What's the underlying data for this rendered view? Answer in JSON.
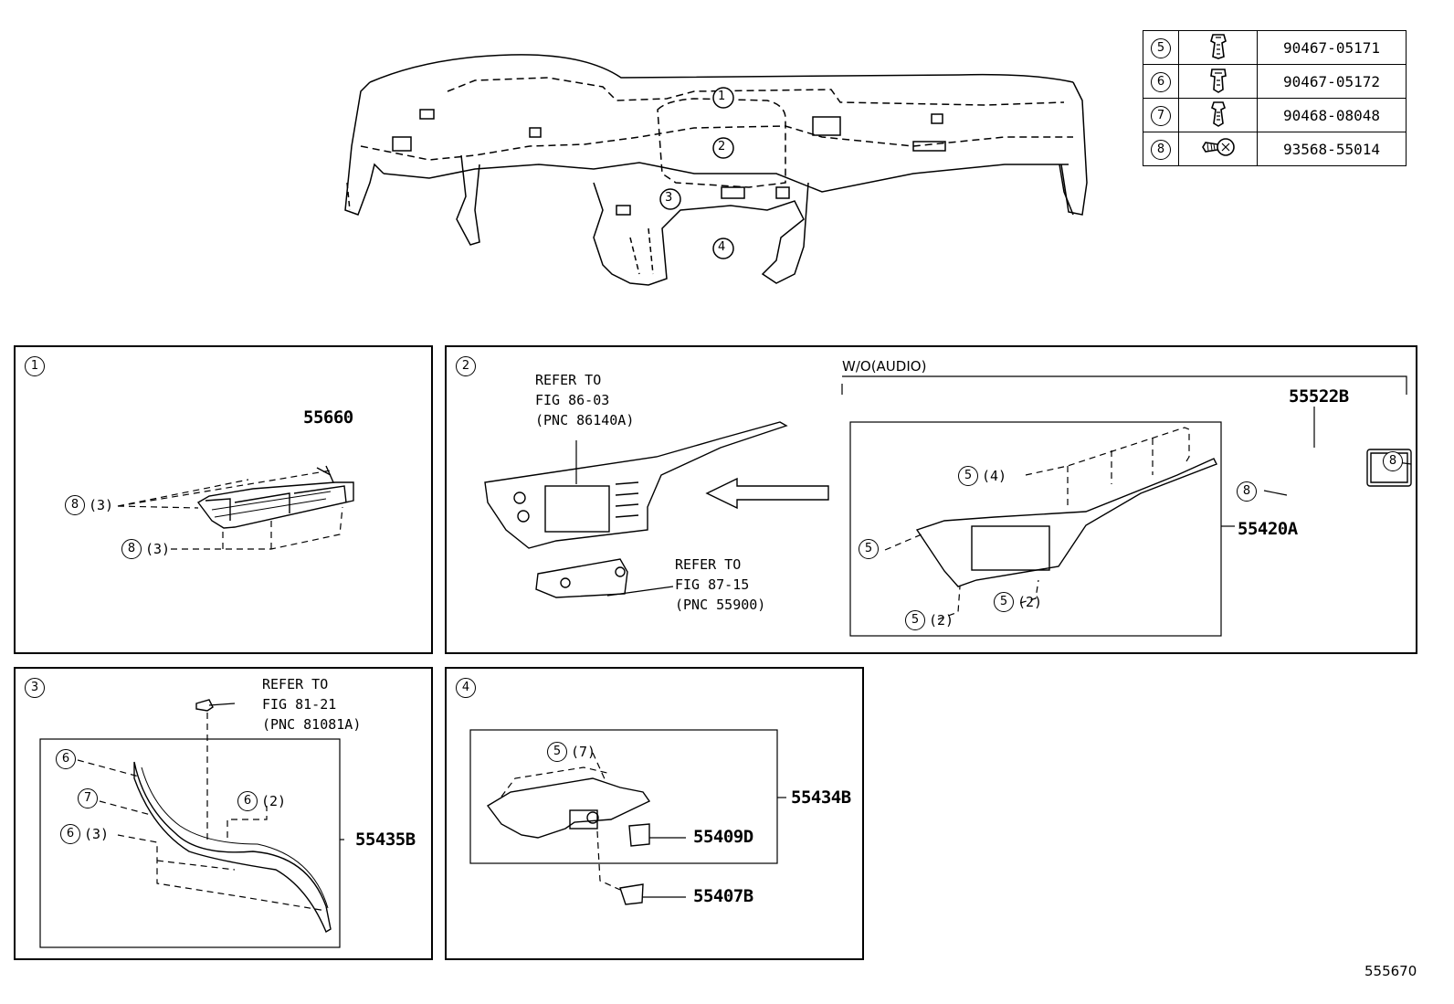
{
  "fastener_table": [
    {
      "ref": "5",
      "icon": "clip-icon",
      "part": "90467-05171"
    },
    {
      "ref": "6",
      "icon": "clip-icon",
      "part": "90467-05172"
    },
    {
      "ref": "7",
      "icon": "clip-icon",
      "part": "90468-08048"
    },
    {
      "ref": "8",
      "icon": "screw-icon",
      "part": "93568-55014"
    }
  ],
  "overview": {
    "callouts": [
      "1",
      "2",
      "3",
      "4"
    ]
  },
  "panel1": {
    "number": "1",
    "part": "55660",
    "refs": [
      {
        "num": "8",
        "qty": "(3)"
      },
      {
        "num": "8",
        "qty": "(3)"
      }
    ]
  },
  "panel2": {
    "number": "2",
    "refer_a": [
      "REFER TO",
      "FIG 86-03",
      "(PNC 86140A)"
    ],
    "refer_b": [
      "REFER TO",
      "FIG 87-15",
      "(PNC 55900)"
    ],
    "variant_label": "W/O(AUDIO)",
    "parts": [
      "55522B",
      "55420A"
    ],
    "refs": [
      {
        "num": "5",
        "qty": "(4)"
      },
      {
        "num": "5",
        "qty": ""
      },
      {
        "num": "5",
        "qty": "(2)"
      },
      {
        "num": "5",
        "qty": "(2)"
      },
      {
        "num": "8",
        "qty": ""
      },
      {
        "num": "8",
        "qty": ""
      }
    ]
  },
  "panel3": {
    "number": "3",
    "refer": [
      "REFER TO",
      "FIG 81-21",
      "(PNC 81081A)"
    ],
    "part": "55435B",
    "refs": [
      {
        "num": "6",
        "qty": ""
      },
      {
        "num": "7",
        "qty": ""
      },
      {
        "num": "6",
        "qty": "(3)"
      },
      {
        "num": "6",
        "qty": "(2)"
      }
    ]
  },
  "panel4": {
    "number": "4",
    "parts": [
      "55434B",
      "55409D",
      "55407B"
    ],
    "refs": [
      {
        "num": "5",
        "qty": "(7)"
      }
    ]
  },
  "illustration_id": "555670"
}
